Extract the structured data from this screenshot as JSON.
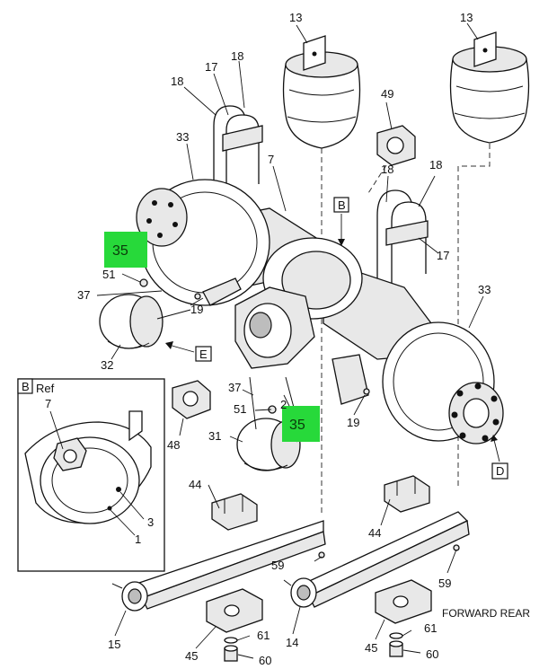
{
  "labels": {
    "l13a": "13",
    "l13b": "13",
    "l17a": "17",
    "l18a": "18",
    "l18b": "18",
    "l49": "49",
    "l33a": "33",
    "l7": "7",
    "l18c": "18",
    "l18d": "18",
    "l17b": "17",
    "l35a": "35",
    "l51a": "51",
    "l37a": "37",
    "l19a": "19",
    "l32": "32",
    "l33b": "33",
    "l37b": "37",
    "l2": "2",
    "l51b": "51",
    "l35b": "35",
    "l19b": "19",
    "l48": "48",
    "l31": "31",
    "l44a": "44",
    "l44b": "44",
    "l59a": "59",
    "l59b": "59",
    "l15": "15",
    "l14": "14",
    "l45a": "45",
    "l45b": "45",
    "l61a": "61",
    "l61b": "61",
    "l60a": "60",
    "l60b": "60",
    "l7inset": "7",
    "l3": "3",
    "l1": "1"
  },
  "callouts": {
    "b_main": "B",
    "e": "E",
    "d": "D",
    "b_inset": "B",
    "inset_ref": "Ref"
  },
  "caption": "FORWARD REAR",
  "colors": {
    "highlight": "#27d93a",
    "line": "#111111"
  }
}
